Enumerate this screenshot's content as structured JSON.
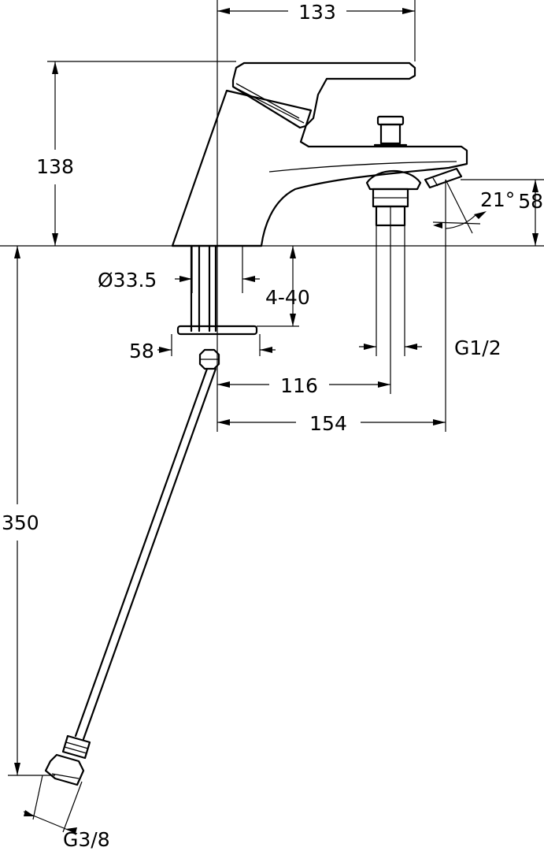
{
  "dimensions": {
    "top_width": "133",
    "height_body": "138",
    "spout_height": "58",
    "angle": "21°",
    "hole_diameter": "Ø33.5",
    "deck_thickness": "4-40",
    "washer_width": "58",
    "spout_thread": "G1/2",
    "spout_offset": "116",
    "total_projection": "154",
    "hose_length": "350",
    "hose_thread": "G3/8"
  }
}
